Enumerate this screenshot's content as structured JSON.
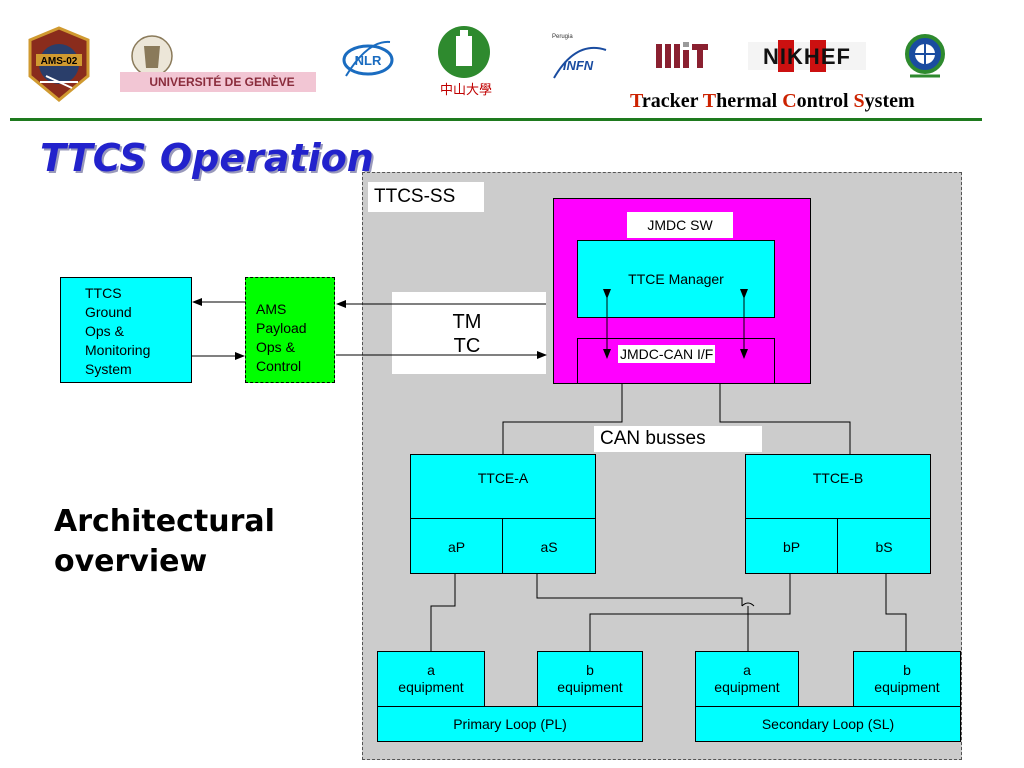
{
  "title": "TTCS Operation",
  "overview_text": [
    "Architectural",
    "overview"
  ],
  "header": {
    "tracker_parts": [
      {
        "cap": "T",
        "rest": "racker "
      },
      {
        "cap": "T",
        "rest": "hermal "
      },
      {
        "cap": "C",
        "rest": "ontrol "
      },
      {
        "cap": "S",
        "rest": "ystem"
      }
    ],
    "logos": {
      "ams": "AMS-02",
      "geneve": "UNIVERSITÉ DE GENÈVE",
      "nlr": "NLR",
      "zhongshan": "中山大學",
      "infn_small": "Perugia",
      "infn": "INFN",
      "mit": "MIT",
      "nikhef": "NIKHEF"
    }
  },
  "diagram": {
    "ss_label": "TTCS-SS",
    "ground_box": [
      "TTCS",
      "Ground",
      "Ops &",
      "Monitoring",
      "System"
    ],
    "payload_box": [
      "AMS",
      "Payload",
      "Ops &",
      "Control"
    ],
    "tm": "TM",
    "tc": "TC",
    "jmdc_sw": "JMDC SW",
    "ttce_manager": "TTCE Manager",
    "jmdc_can": "JMDC-CAN I/F",
    "can_busses": "CAN busses",
    "ttce_a": "TTCE-A",
    "ttce_b": "TTCE-B",
    "ap": "aP",
    "as": "aS",
    "bp": "bP",
    "bs": "bS",
    "equip_a1": [
      "a",
      "equipment"
    ],
    "equip_b1": [
      "b",
      "equipment"
    ],
    "equip_a2": [
      "a",
      "equipment"
    ],
    "equip_b2": [
      "b",
      "equipment"
    ],
    "primary_loop": "Primary Loop (PL)",
    "secondary_loop": "Secondary Loop (SL)"
  },
  "colors": {
    "cyan": "#00ffff",
    "magenta": "#ff00ff",
    "green": "#00ff00",
    "gray_panel": "#cccccc",
    "title_blue": "#2222cc",
    "rule_green": "#1e7a1e",
    "cap_red": "#cc2200"
  }
}
